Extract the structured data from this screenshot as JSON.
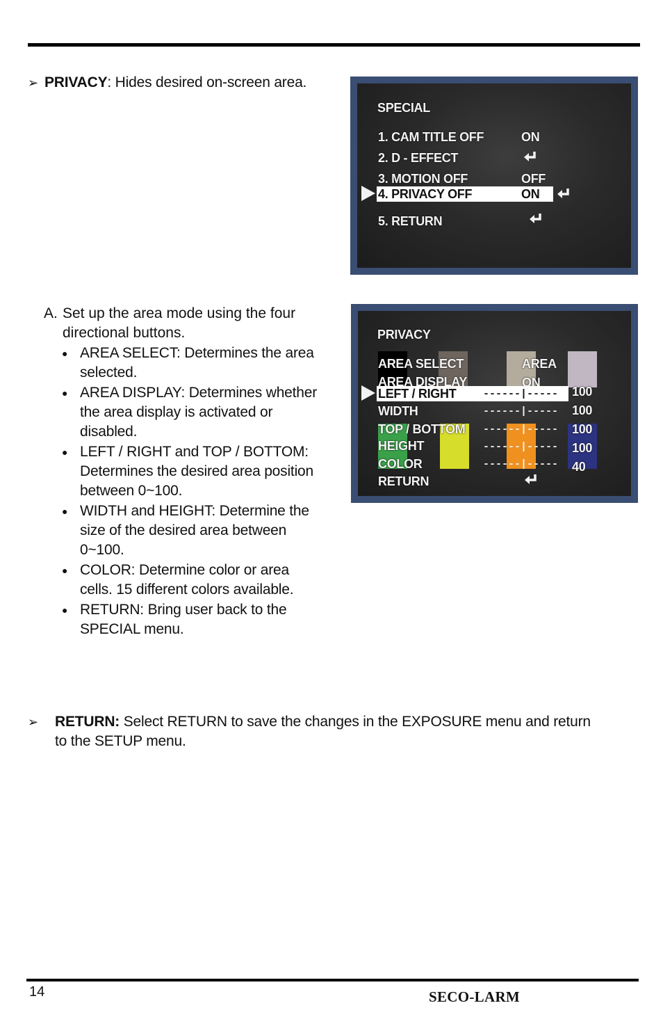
{
  "privacy_intro": {
    "bullet": "➢",
    "term": "PRIVACY",
    "text": ": Hides desired on-screen area."
  },
  "osd_special": {
    "title": "SPECIAL",
    "items": [
      {
        "label": "1. CAM TITLE OFF",
        "value": "ON"
      },
      {
        "label": "2. D - EFFECT",
        "value": ""
      },
      {
        "label": "3. MOTION OFF",
        "value": "OFF"
      },
      {
        "label": "4. PRIVACY OFF",
        "value": "ON"
      },
      {
        "label": "5. RETURN",
        "value": ""
      }
    ],
    "selected_index": 3
  },
  "setup_step": {
    "label": "A.",
    "text": "Set up the area mode using the four directional buttons."
  },
  "setup_bullets": [
    "AREA SELECT: Determines the area selected.",
    "AREA DISPLAY:  Determines whether the area display is activated or disabled.",
    "LEFT / RIGHT and TOP / BOTTOM: Determines the desired area position between 0~100.",
    "WIDTH and HEIGHT: Determine the size of the desired area between 0~100.",
    "COLOR: Determine color or area cells. 15 different colors available.",
    "RETURN: Bring user back to the SPECIAL menu."
  ],
  "osd_privacy": {
    "title": "PRIVACY",
    "rows": [
      {
        "label": "AREA SELECT",
        "value_text": "AREA",
        "value_num": ""
      },
      {
        "label": "AREA DISPLAY",
        "value_text": "ON",
        "value_num": ""
      },
      {
        "label": "LEFT / RIGHT",
        "value_text": "------|-----",
        "value_num": "100"
      },
      {
        "label": "WIDTH",
        "value_text": "------|-----",
        "value_num": "100"
      },
      {
        "label": "TOP / BOTTOM",
        "value_text": "------|-----",
        "value_num": "100"
      },
      {
        "label": "HEIGHT",
        "value_text": "------|-----",
        "value_num": "100"
      },
      {
        "label": "COLOR",
        "value_text": "------|-----",
        "value_num": "40"
      },
      {
        "label": "RETURN",
        "value_text": "",
        "value_num": ""
      }
    ],
    "selected_index": 2,
    "swatch_colors": [
      "#000000",
      "#6e655e",
      "#b3ab9c",
      "#c0b7c2",
      "#3aa14a",
      "#d7dd2b",
      "#f0901f",
      "#2c3380"
    ]
  },
  "return_note": {
    "bullet": "➢",
    "term": "RETURN:",
    "text": " Select RETURN to save the changes in the EXPOSURE menu and return to the SETUP menu."
  },
  "footer": {
    "page_number": "14",
    "brand": "SECO-LARM"
  }
}
